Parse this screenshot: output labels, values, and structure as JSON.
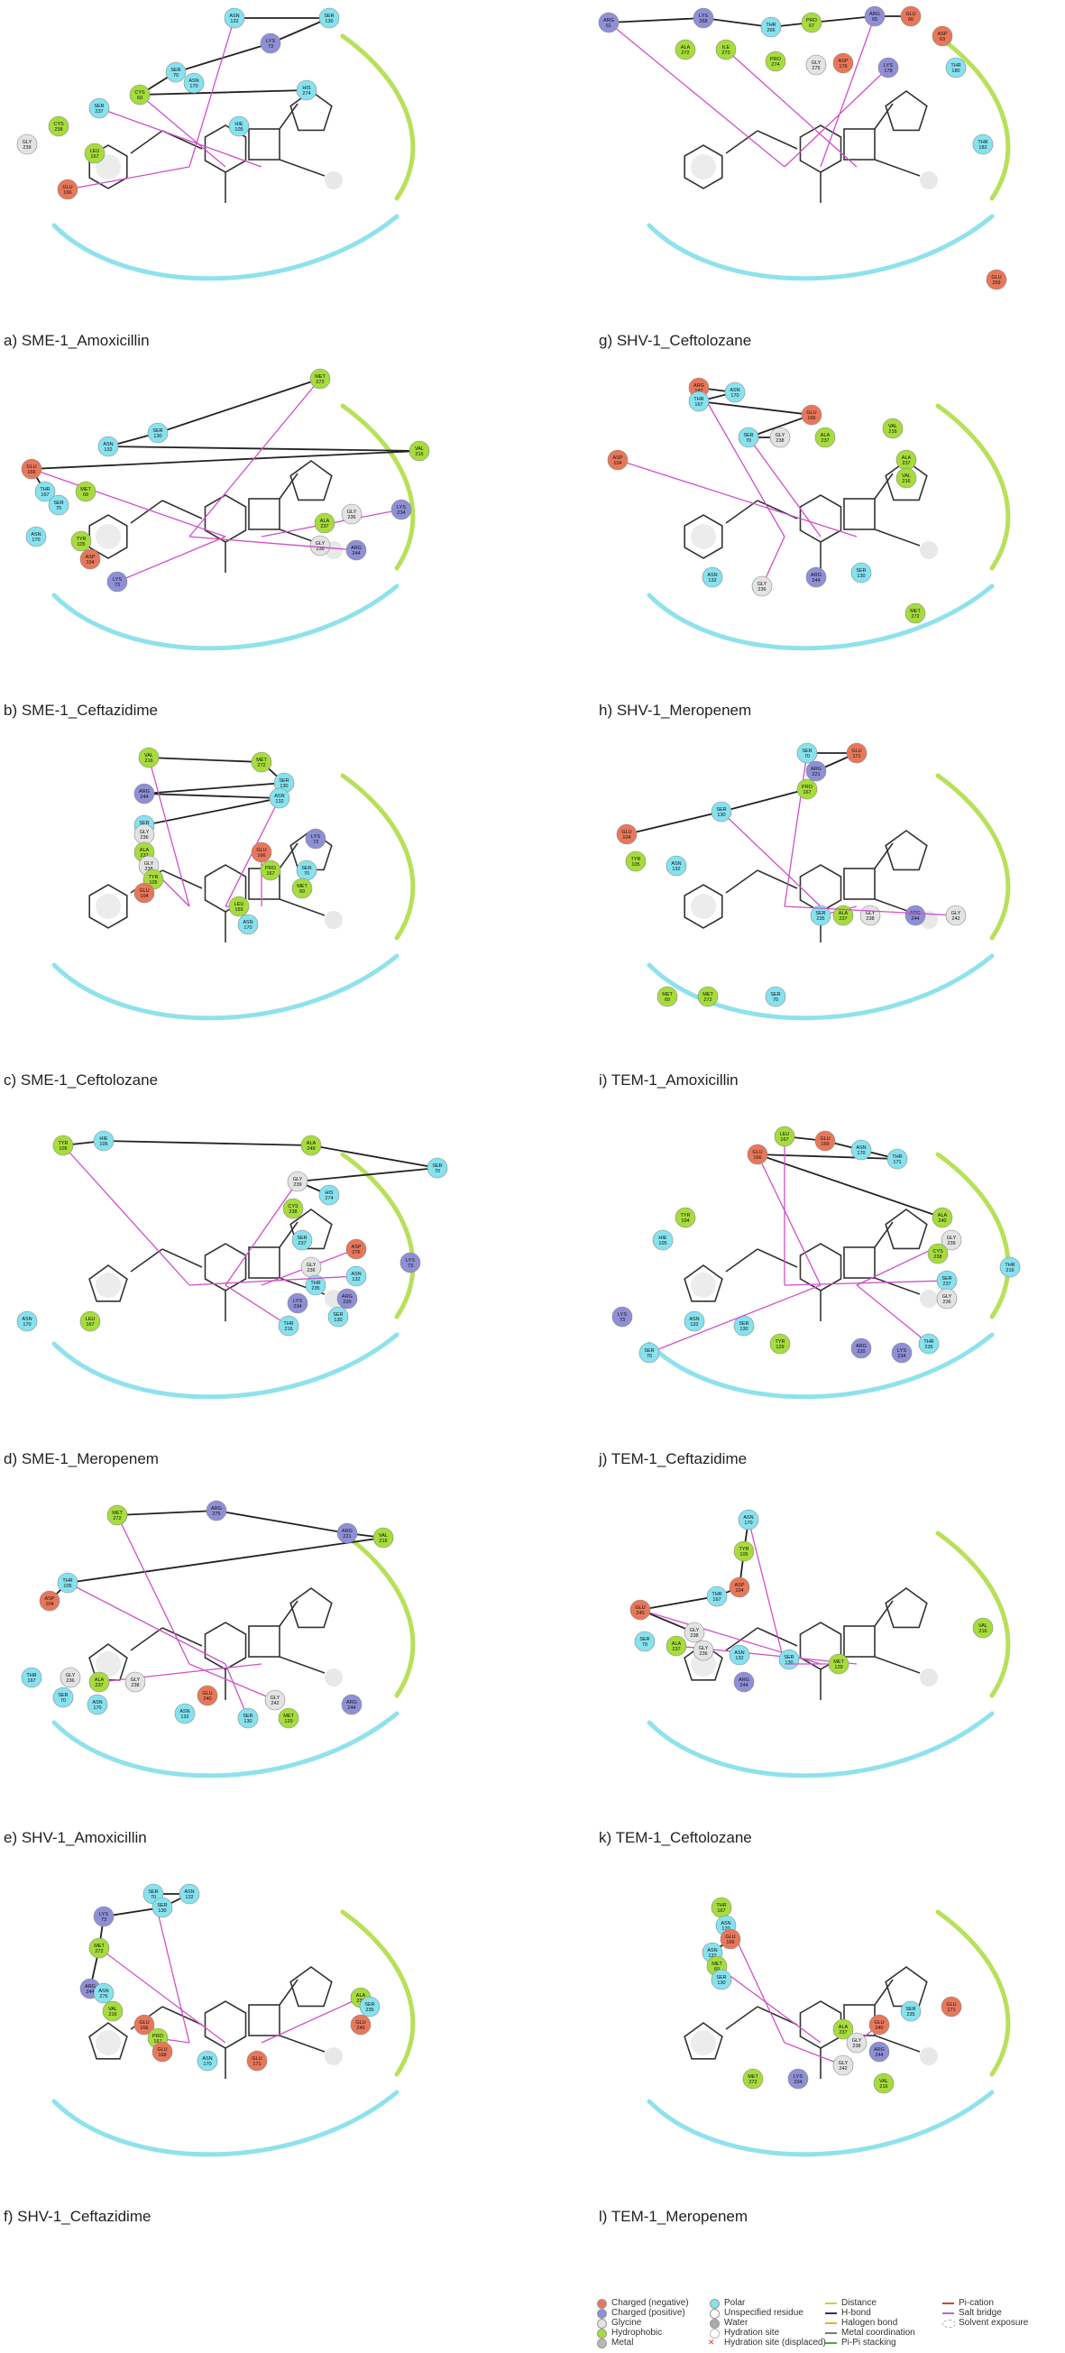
{
  "colors": {
    "charged_negative": "#e8775a",
    "charged_positive": "#8e8fd6",
    "glycine": "#e3e3e3",
    "hydrophobic": "#a6dc3c",
    "metal": "#b8b8b8",
    "polar": "#86e2ef",
    "unspecified": "#ffffff",
    "water": "#aaaaaa",
    "hbond": "#d04fc9",
    "pication": "#d33f3f",
    "pipi": "#36b24a",
    "contact_cyan": "#8fe2ec",
    "contact_green": "#b8e05a",
    "halogen": "#e8b020",
    "metal_coord": "#7a7a7a"
  },
  "panels": [
    {
      "caption": "a) SME-1_Amoxicillin",
      "residues": [
        {
          "label": "ASN 132",
          "type": "polar"
        },
        {
          "label": "SER 130",
          "type": "polar"
        },
        {
          "label": "LYS 73",
          "type": "charged_positive"
        },
        {
          "label": "SER 70",
          "type": "polar"
        },
        {
          "label": "CYS 69",
          "type": "hydrophobic"
        },
        {
          "label": "HIS 274",
          "type": "polar"
        },
        {
          "label": "ASN 170",
          "type": "polar"
        },
        {
          "label": "HIE 105",
          "type": "polar"
        },
        {
          "label": "SER 237",
          "type": "polar"
        },
        {
          "label": "CYS 238",
          "type": "hydrophobic"
        },
        {
          "label": "GLY 239",
          "type": "glycine"
        },
        {
          "label": "LEU 167",
          "type": "hydrophobic"
        },
        {
          "label": "GLU 166",
          "type": "charged_negative"
        }
      ]
    },
    {
      "caption": "b) SME-1_Ceftazidime",
      "residues": [
        {
          "label": "TYR 105",
          "type": "hydrophobic"
        },
        {
          "label": "HIE 105",
          "type": "polar"
        },
        {
          "label": "ALA 249",
          "type": "hydrophobic"
        },
        {
          "label": "SER 70",
          "type": "polar"
        },
        {
          "label": "GLY 239",
          "type": "glycine"
        },
        {
          "label": "HIS 274",
          "type": "polar"
        },
        {
          "label": "CYS 238",
          "type": "hydrophobic"
        },
        {
          "label": "SER 237",
          "type": "polar"
        },
        {
          "label": "ASP 276",
          "type": "charged_negative"
        },
        {
          "label": "LYS 73",
          "type": "charged_positive"
        },
        {
          "label": "GLY 236",
          "type": "glycine"
        },
        {
          "label": "THR 235",
          "type": "polar"
        },
        {
          "label": "ASN 132",
          "type": "polar"
        },
        {
          "label": "ARG 220",
          "type": "charged_positive"
        },
        {
          "label": "LYS 234",
          "type": "charged_positive"
        },
        {
          "label": "SER 130",
          "type": "polar"
        },
        {
          "label": "THR 216",
          "type": "polar"
        },
        {
          "label": "ASN 170",
          "type": "polar"
        },
        {
          "label": "LEU 167",
          "type": "hydrophobic"
        }
      ]
    },
    {
      "caption": "c) SME-1_Ceftolozane",
      "residues": [
        {
          "label": "ARG 61",
          "type": "charged_positive"
        },
        {
          "label": "LYS 268",
          "type": "charged_positive"
        },
        {
          "label": "THR 266",
          "type": "polar"
        },
        {
          "label": "PRO 67",
          "type": "hydrophobic"
        },
        {
          "label": "ARG 65",
          "type": "charged_positive"
        },
        {
          "label": "GLU 66",
          "type": "charged_negative"
        },
        {
          "label": "ASP 63",
          "type": "charged_negative"
        },
        {
          "label": "ALA 272",
          "type": "hydrophobic"
        },
        {
          "label": "ILE 273",
          "type": "hydrophobic"
        },
        {
          "label": "PRO 274",
          "type": "hydrophobic"
        },
        {
          "label": "GLY 275",
          "type": "glycine"
        },
        {
          "label": "ASP 176",
          "type": "charged_negative"
        },
        {
          "label": "LYS 178",
          "type": "charged_positive"
        },
        {
          "label": "THR 180",
          "type": "polar"
        },
        {
          "label": "THR 182",
          "type": "polar"
        },
        {
          "label": "GLU 259",
          "type": "charged_negative"
        }
      ]
    },
    {
      "caption": "d) SME-1_Meropenem",
      "residues": [
        {
          "label": "LEU 167",
          "type": "hydrophobic"
        },
        {
          "label": "GLU 169",
          "type": "charged_negative"
        },
        {
          "label": "ASN 170",
          "type": "polar"
        },
        {
          "label": "THR 171",
          "type": "polar"
        },
        {
          "label": "GLU 166",
          "type": "charged_negative"
        },
        {
          "label": "ALA 240",
          "type": "hydrophobic"
        },
        {
          "label": "TYR 104",
          "type": "hydrophobic"
        },
        {
          "label": "HIE 105",
          "type": "polar"
        },
        {
          "label": "GLY 239",
          "type": "glycine"
        },
        {
          "label": "CYS 238",
          "type": "hydrophobic"
        },
        {
          "label": "THR 216",
          "type": "polar"
        },
        {
          "label": "LYS 73",
          "type": "charged_positive"
        },
        {
          "label": "SER 237",
          "type": "polar"
        },
        {
          "label": "GLY 236",
          "type": "glycine"
        },
        {
          "label": "ASN 132",
          "type": "polar"
        },
        {
          "label": "SER 130",
          "type": "polar"
        },
        {
          "label": "SER 70",
          "type": "polar"
        },
        {
          "label": "TYR 129",
          "type": "hydrophobic"
        },
        {
          "label": "ARG 220",
          "type": "charged_positive"
        },
        {
          "label": "LYS 234",
          "type": "charged_positive"
        },
        {
          "label": "THR 235",
          "type": "polar"
        }
      ]
    },
    {
      "caption": "e) SHV-1_Amoxicillin",
      "residues": [
        {
          "label": "MET 272",
          "type": "hydrophobic"
        },
        {
          "label": "SER 130",
          "type": "polar"
        },
        {
          "label": "ASN 132",
          "type": "polar"
        },
        {
          "label": "VAL 216",
          "type": "hydrophobic"
        },
        {
          "label": "GLU 166",
          "type": "charged_negative"
        },
        {
          "label": "THR 167",
          "type": "polar"
        },
        {
          "label": "MET 69",
          "type": "hydrophobic"
        },
        {
          "label": "SER 70",
          "type": "polar"
        },
        {
          "label": "LYS 234",
          "type": "charged_positive"
        },
        {
          "label": "GLY 236",
          "type": "glycine"
        },
        {
          "label": "ALA 237",
          "type": "hydrophobic"
        },
        {
          "label": "GLY 238",
          "type": "glycine"
        },
        {
          "label": "ARG 244",
          "type": "charged_positive"
        },
        {
          "label": "ASN 170",
          "type": "polar"
        },
        {
          "label": "TYR 105",
          "type": "hydrophobic"
        },
        {
          "label": "ASP 104",
          "type": "charged_negative"
        },
        {
          "label": "LYS 73",
          "type": "charged_positive"
        }
      ]
    },
    {
      "caption": "f) SHV-1_Ceftazidime",
      "residues": [
        {
          "label": "MET 272",
          "type": "hydrophobic"
        },
        {
          "label": "ARG 275",
          "type": "charged_positive"
        },
        {
          "label": "ARG 221",
          "type": "charged_positive"
        },
        {
          "label": "VAL 216",
          "type": "hydrophobic"
        },
        {
          "label": "THR 105",
          "type": "polar"
        },
        {
          "label": "ASP 104",
          "type": "charged_negative"
        },
        {
          "label": "THR 167",
          "type": "polar"
        },
        {
          "label": "GLY 236",
          "type": "glycine"
        },
        {
          "label": "ALA 237",
          "type": "hydrophobic"
        },
        {
          "label": "GLY 238",
          "type": "glycine"
        },
        {
          "label": "SER 70",
          "type": "polar"
        },
        {
          "label": "GLU 240",
          "type": "charged_negative"
        },
        {
          "label": "GLY 242",
          "type": "glycine"
        },
        {
          "label": "ARG 244",
          "type": "charged_positive"
        },
        {
          "label": "ASN 170",
          "type": "polar"
        },
        {
          "label": "ASN 132",
          "type": "polar"
        },
        {
          "label": "SER 130",
          "type": "polar"
        },
        {
          "label": "MET 129",
          "type": "hydrophobic"
        }
      ]
    },
    {
      "caption": "g) SHV-1_Ceftolozane",
      "residues": [
        {
          "label": "ARG 187",
          "type": "charged_negative"
        },
        {
          "label": "ASN 170",
          "type": "polar"
        },
        {
          "label": "THR 167",
          "type": "polar"
        },
        {
          "label": "GLU 166",
          "type": "charged_negative"
        },
        {
          "label": "SER 70",
          "type": "polar"
        },
        {
          "label": "GLY 238",
          "type": "glycine"
        },
        {
          "label": "ALA 237",
          "type": "hydrophobic"
        },
        {
          "label": "VAL 216",
          "type": "hydrophobic"
        },
        {
          "label": "ASP 104",
          "type": "charged_negative"
        },
        {
          "label": "ALA 237",
          "type": "hydrophobic"
        },
        {
          "label": "VAL 216",
          "type": "hydrophobic"
        },
        {
          "label": "ASN 132",
          "type": "polar"
        },
        {
          "label": "GLY 236",
          "type": "glycine"
        },
        {
          "label": "ARG 244",
          "type": "charged_positive"
        },
        {
          "label": "SER 130",
          "type": "polar"
        },
        {
          "label": "MET 272",
          "type": "hydrophobic"
        }
      ]
    },
    {
      "caption": "h) SHV-1_Meropenem",
      "residues": [
        {
          "label": "ASN 170",
          "type": "polar"
        },
        {
          "label": "TYR 105",
          "type": "hydrophobic"
        },
        {
          "label": "ASP 104",
          "type": "charged_negative"
        },
        {
          "label": "THR 167",
          "type": "polar"
        },
        {
          "label": "GLU 240",
          "type": "charged_negative"
        },
        {
          "label": "GLY 238",
          "type": "glycine"
        },
        {
          "label": "VAL 216",
          "type": "hydrophobic"
        },
        {
          "label": "SER 70",
          "type": "polar"
        },
        {
          "label": "ALA 237",
          "type": "hydrophobic"
        },
        {
          "label": "GLY 236",
          "type": "glycine"
        },
        {
          "label": "ASN 132",
          "type": "polar"
        },
        {
          "label": "SER 130",
          "type": "polar"
        },
        {
          "label": "MET 129",
          "type": "hydrophobic"
        },
        {
          "label": "ARG 244",
          "type": "charged_positive"
        }
      ]
    },
    {
      "caption": "i) TEM-1_Amoxicillin",
      "residues": [
        {
          "label": "VAL 216",
          "type": "hydrophobic"
        },
        {
          "label": "MET 272",
          "type": "hydrophobic"
        },
        {
          "label": "SER 130",
          "type": "polar"
        },
        {
          "label": "ARG 244",
          "type": "charged_positive"
        },
        {
          "label": "ASN 132",
          "type": "polar"
        },
        {
          "label": "SER 235",
          "type": "polar"
        },
        {
          "label": "LYS 73",
          "type": "charged_positive"
        },
        {
          "label": "GLY 236",
          "type": "glycine"
        },
        {
          "label": "GLU 166",
          "type": "charged_negative"
        },
        {
          "label": "PRO 167",
          "type": "hydrophobic"
        },
        {
          "label": "ALA 237",
          "type": "hydrophobic"
        },
        {
          "label": "SER 70",
          "type": "polar"
        },
        {
          "label": "GLY 238",
          "type": "glycine"
        },
        {
          "label": "TYR 105",
          "type": "hydrophobic"
        },
        {
          "label": "MET 69",
          "type": "hydrophobic"
        },
        {
          "label": "GLU 104",
          "type": "charged_negative"
        },
        {
          "label": "LEU 169",
          "type": "hydrophobic"
        },
        {
          "label": "ASN 170",
          "type": "polar"
        }
      ]
    },
    {
      "caption": "j) TEM-1_Ceftazidime",
      "residues": [
        {
          "label": "SER 70",
          "type": "polar"
        },
        {
          "label": "ASN 132",
          "type": "polar"
        },
        {
          "label": "SER 130",
          "type": "polar"
        },
        {
          "label": "LYS 73",
          "type": "charged_positive"
        },
        {
          "label": "MET 272",
          "type": "hydrophobic"
        },
        {
          "label": "ARG 244",
          "type": "charged_positive"
        },
        {
          "label": "ASN 276",
          "type": "polar"
        },
        {
          "label": "VAL 216",
          "type": "hydrophobic"
        },
        {
          "label": "ALA 237",
          "type": "hydrophobic"
        },
        {
          "label": "SER 235",
          "type": "polar"
        },
        {
          "label": "GLU 240",
          "type": "charged_negative"
        },
        {
          "label": "GLU 166",
          "type": "charged_negative"
        },
        {
          "label": "PRO 167",
          "type": "hydrophobic"
        },
        {
          "label": "GLU 168",
          "type": "charged_negative"
        },
        {
          "label": "ASN 170",
          "type": "polar"
        },
        {
          "label": "GLU 171",
          "type": "charged_negative"
        }
      ]
    },
    {
      "caption": "k) TEM-1_Ceftolozane",
      "residues": [
        {
          "label": "SER 70",
          "type": "polar"
        },
        {
          "label": "GLU 171",
          "type": "charged_negative"
        },
        {
          "label": "ARG 221",
          "type": "charged_positive"
        },
        {
          "label": "PRO 167",
          "type": "hydrophobic"
        },
        {
          "label": "SER 130",
          "type": "polar"
        },
        {
          "label": "GLU 104",
          "type": "charged_negative"
        },
        {
          "label": "TYR 105",
          "type": "hydrophobic"
        },
        {
          "label": "ASN 132",
          "type": "polar"
        },
        {
          "label": "SER 235",
          "type": "polar"
        },
        {
          "label": "ALA 237",
          "type": "hydrophobic"
        },
        {
          "label": "GLY 238",
          "type": "glycine"
        },
        {
          "label": "ARG 244",
          "type": "charged_positive"
        },
        {
          "label": "GLY 242",
          "type": "glycine"
        },
        {
          "label": "MET 69",
          "type": "hydrophobic"
        },
        {
          "label": "MET 272",
          "type": "hydrophobic"
        },
        {
          "label": "SER 70",
          "type": "polar"
        }
      ]
    },
    {
      "caption": "l) TEM-1_Meropenem",
      "residues": [
        {
          "label": "THR 167",
          "type": "hydrophobic"
        },
        {
          "label": "ASN 170",
          "type": "polar"
        },
        {
          "label": "GLU 166",
          "type": "charged_negative"
        },
        {
          "label": "ASN 132",
          "type": "polar"
        },
        {
          "label": "MET 69",
          "type": "hydrophobic"
        },
        {
          "label": "SER 130",
          "type": "polar"
        },
        {
          "label": "GLU 171",
          "type": "charged_negative"
        },
        {
          "label": "SER 235",
          "type": "polar"
        },
        {
          "label": "GLU 240",
          "type": "charged_negative"
        },
        {
          "label": "ALA 237",
          "type": "hydrophobic"
        },
        {
          "label": "GLY 238",
          "type": "glycine"
        },
        {
          "label": "ARG 244",
          "type": "charged_positive"
        },
        {
          "label": "GLY 242",
          "type": "glycine"
        },
        {
          "label": "MET 272",
          "type": "hydrophobic"
        },
        {
          "label": "LYS 234",
          "type": "charged_positive"
        },
        {
          "label": "VAL 216",
          "type": "hydrophobic"
        }
      ]
    }
  ],
  "legend": {
    "col1": [
      {
        "label": "Charged (negative)",
        "type": "charged_negative"
      },
      {
        "label": "Charged (positive)",
        "type": "charged_positive"
      },
      {
        "label": "Glycine",
        "type": "glycine"
      },
      {
        "label": "Hydrophobic",
        "type": "hydrophobic"
      },
      {
        "label": "Metal",
        "type": "metal"
      }
    ],
    "col2": [
      {
        "label": "Polar",
        "type": "polar"
      },
      {
        "label": "Unspecified residue",
        "type": "unspecified"
      },
      {
        "label": "Water",
        "type": "water"
      },
      {
        "label": "Hydration site",
        "type": "hydration"
      },
      {
        "label": "Hydration site (displaced)",
        "type": "hydration_displaced"
      }
    ],
    "col3": [
      {
        "label": "Distance",
        "type": "distance"
      },
      {
        "label": "H-bond",
        "type": "hbond"
      },
      {
        "label": "Halogen bond",
        "type": "halogen"
      },
      {
        "label": "Metal coordination",
        "type": "metal_coord"
      },
      {
        "label": "Pi-Pi stacking",
        "type": "pipi"
      }
    ],
    "col4": [
      {
        "label": "Pi-cation",
        "type": "pication"
      },
      {
        "label": "Salt bridge",
        "type": "saltbridge"
      },
      {
        "label": "Solvent exposure",
        "type": "solvent"
      }
    ]
  }
}
